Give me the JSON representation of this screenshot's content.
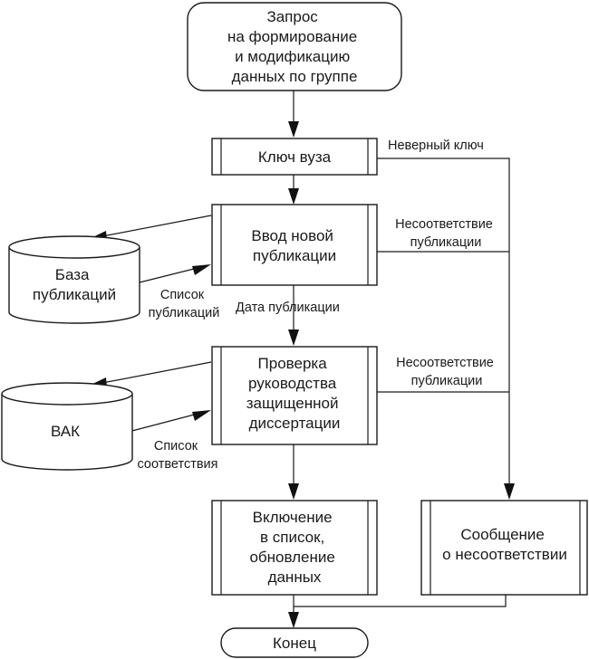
{
  "diagram": {
    "type": "flowchart",
    "nodes": {
      "start": {
        "kind": "terminator",
        "lines": [
          "Запрос",
          "на формирование",
          "и модификацию",
          "данных по группе"
        ]
      },
      "key": {
        "kind": "predefined-process",
        "lines": [
          "Ключ вуза"
        ]
      },
      "input": {
        "kind": "predefined-process",
        "lines": [
          "Ввод новой",
          "публикации"
        ]
      },
      "db_pub": {
        "kind": "database",
        "lines": [
          "База",
          "публикаций"
        ]
      },
      "check": {
        "kind": "predefined-process",
        "lines": [
          "Проверка",
          "руководства",
          "защищенной",
          "диссертации"
        ]
      },
      "db_vak": {
        "kind": "database",
        "lines": [
          "ВАК"
        ]
      },
      "include": {
        "kind": "predefined-process",
        "lines": [
          "Включение",
          "в список,",
          "обновление",
          "данных"
        ]
      },
      "message": {
        "kind": "predefined-process",
        "lines": [
          "Сообщение",
          "о несоответствии"
        ]
      },
      "end": {
        "kind": "terminator",
        "lines": [
          "Конец"
        ]
      }
    },
    "edge_labels": {
      "wrong_key": [
        "Неверный ключ"
      ],
      "mismatch_1": [
        "Несоответствие",
        "публикации"
      ],
      "pub_list": [
        "Список",
        "публикаций"
      ],
      "pub_date": [
        "Дата публикации"
      ],
      "mismatch_2": [
        "Несоответствие",
        "публикации"
      ],
      "match_list": [
        "Список",
        "соответствия"
      ]
    },
    "edges": [
      {
        "from": "start",
        "to": "key"
      },
      {
        "from": "key",
        "to": "input"
      },
      {
        "from": "key",
        "to": "message",
        "label": "wrong_key"
      },
      {
        "from": "input",
        "to": "db_pub"
      },
      {
        "from": "db_pub",
        "to": "input",
        "label": "pub_list"
      },
      {
        "from": "input",
        "to": "check",
        "label": "pub_date"
      },
      {
        "from": "input",
        "to": "message",
        "label": "mismatch_1"
      },
      {
        "from": "check",
        "to": "db_vak"
      },
      {
        "from": "db_vak",
        "to": "check",
        "label": "match_list"
      },
      {
        "from": "check",
        "to": "message",
        "label": "mismatch_2"
      },
      {
        "from": "check",
        "to": "include"
      },
      {
        "from": "include",
        "to": "end"
      },
      {
        "from": "message",
        "to": "end"
      }
    ]
  }
}
